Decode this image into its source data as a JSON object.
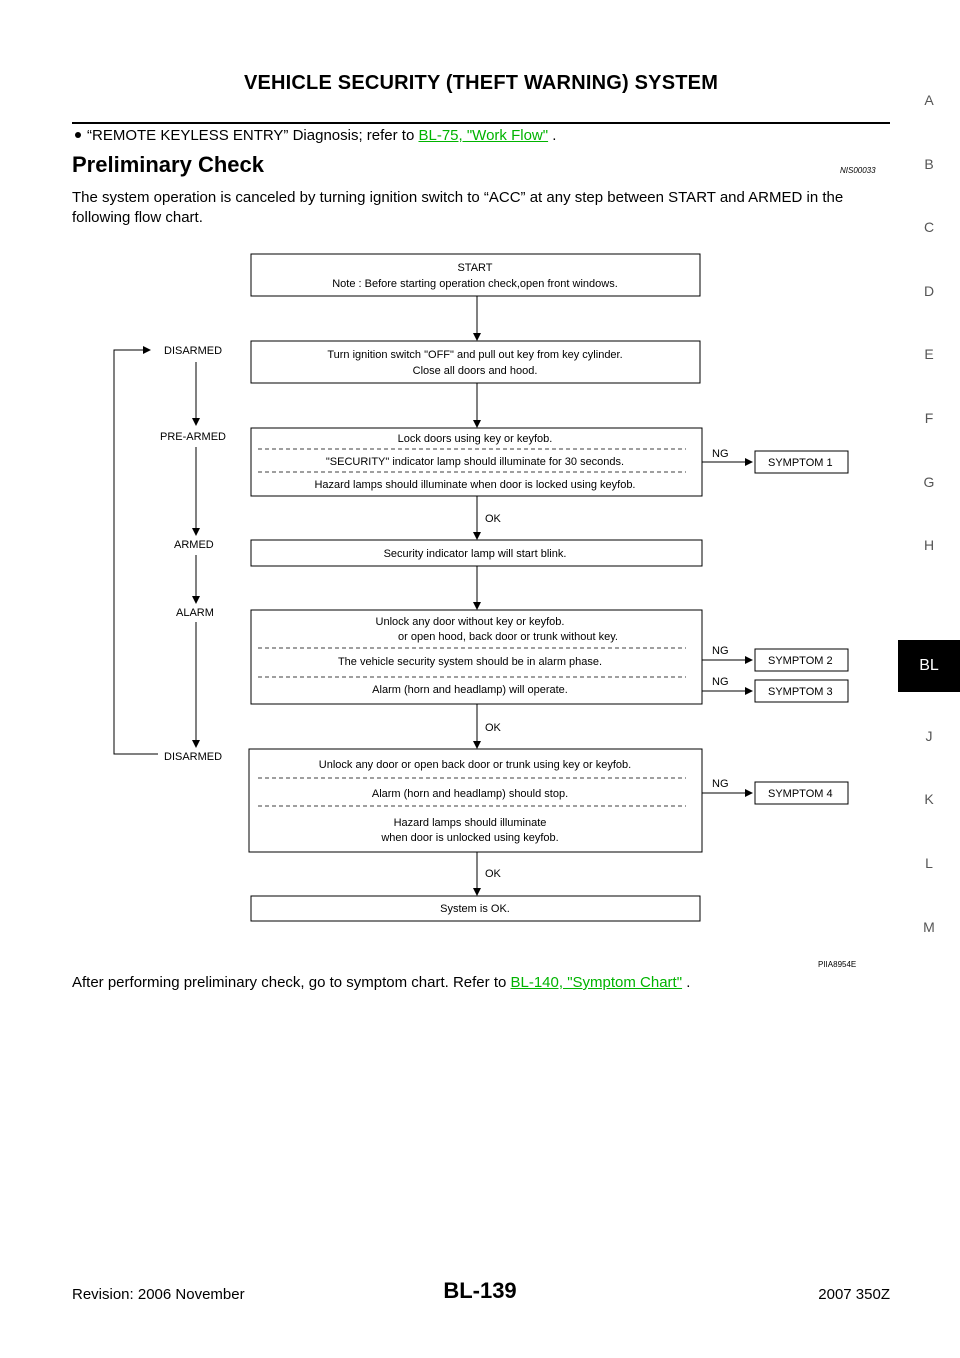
{
  "header": {
    "title": "VEHICLE SECURITY (THEFT WARNING) SYSTEM"
  },
  "bullet": {
    "text": "“REMOTE KEYLESS ENTRY” Diagnosis; refer to",
    "link": "BL-75, \"Work Flow\"",
    "end": "."
  },
  "section": {
    "title": "Preliminary Check",
    "code": "NIS00033"
  },
  "intro": "The system operation is canceled by turning ignition switch to “ACC” at any step between START and ARMED in the following flow chart.",
  "flow": {
    "start_line1": "START",
    "start_line2": "Note : Before starting operation check,open front windows.",
    "step1_line1": "Turn ignition switch \"OFF\" and pull out key from key cylinder.",
    "step1_line2": "Close all doors and hood.",
    "step2_row1": "Lock doors using key or keyfob.",
    "step2_row2": "\"SECURITY\" indicator lamp should illuminate for 30 seconds.",
    "step2_row3": "Hazard lamps should illuminate when door is locked using keyfob.",
    "step3": "Security indicator lamp will start blink.",
    "step4_row1a": "Unlock any door without key or keyfob.",
    "step4_row1b": "or open hood, back door or trunk without key.",
    "step4_row2": "The vehicle security system should be in alarm phase.",
    "step4_row3": "Alarm (horn and headlamp) will operate.",
    "step5_row1": "Unlock any door or open back door or trunk using key or keyfob.",
    "step5_row2": "Alarm (horn and headlamp) should stop.",
    "step5_row3a": "Hazard lamps should illuminate",
    "step5_row3b": "when door is unlocked using keyfob.",
    "end": "System is OK.",
    "ok": "OK",
    "ng": "NG",
    "symptom1": "SYMPTOM 1",
    "symptom2": "SYMPTOM 2",
    "symptom3": "SYMPTOM 3",
    "symptom4": "SYMPTOM 4",
    "state_disarmed_top": "DISARMED",
    "state_pre_armed": "PRE-ARMED",
    "state_armed": "ARMED",
    "state_alarm": "ALARM",
    "state_disarmed_bottom": "DISARMED"
  },
  "figure_code": "PIIA8954E",
  "after": {
    "text": "After performing preliminary check, go to symptom chart. Refer to",
    "link": "BL-140, \"Symptom Chart\"",
    "end": "."
  },
  "side_tabs": [
    "A",
    "B",
    "C",
    "D",
    "E",
    "F",
    "G",
    "H",
    "BL",
    "J",
    "K",
    "L",
    "M"
  ],
  "footer": {
    "revision": "Revision: 2006 November",
    "page": "BL-139",
    "model": "2007 350Z"
  }
}
